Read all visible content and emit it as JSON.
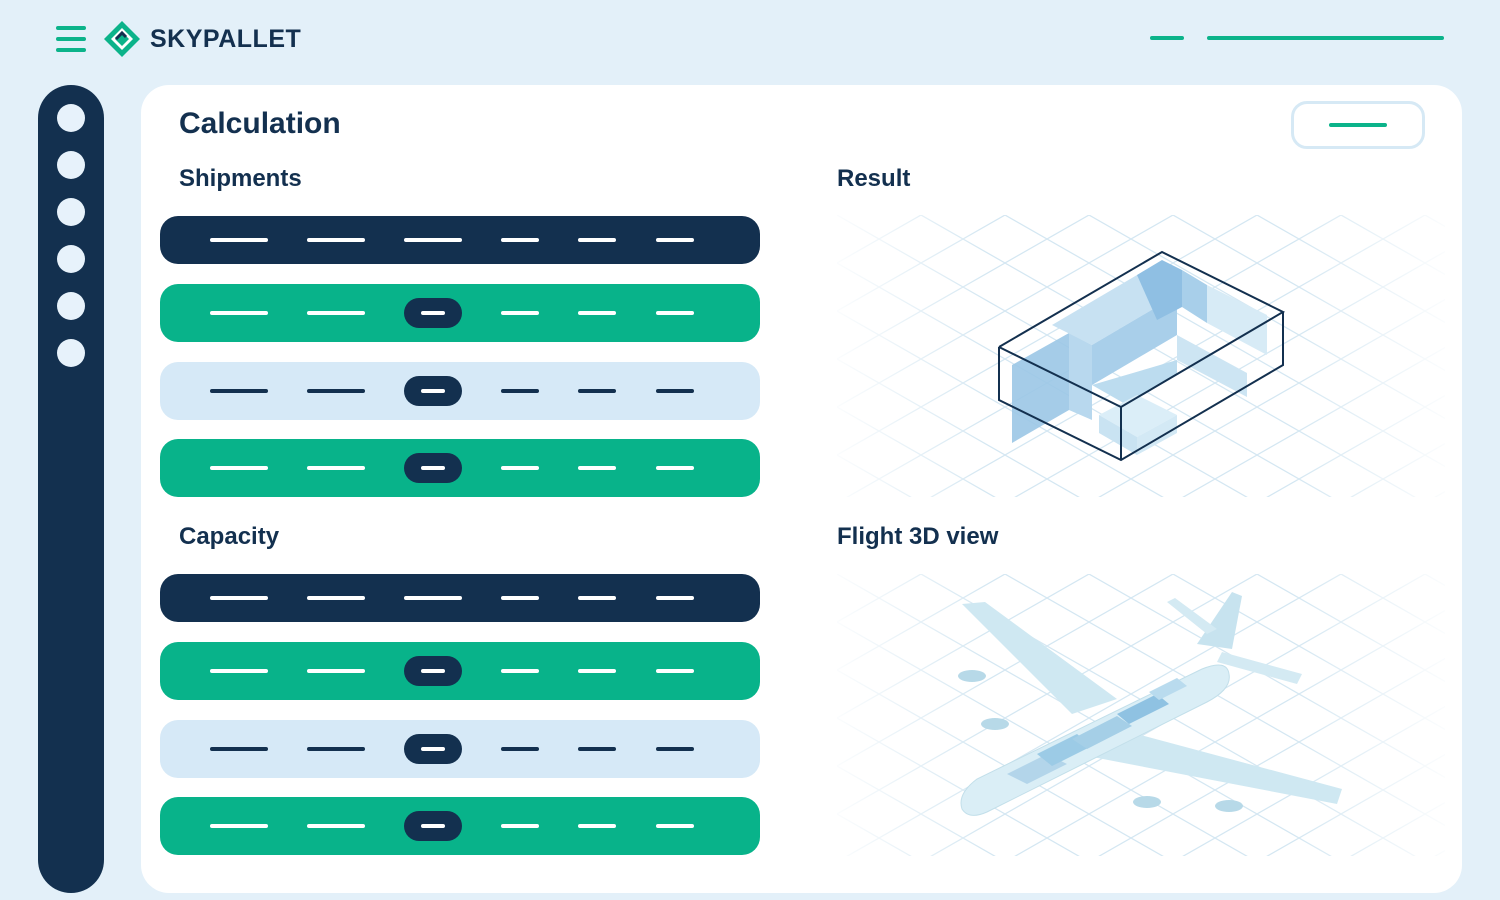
{
  "app": {
    "brand": "SKYPALLET",
    "accent_color": "#0bb38a",
    "navy_color": "#13304f",
    "icons": [
      "menu-icon",
      "skypallet-logo-icon"
    ]
  },
  "main": {
    "title": "Calculation"
  },
  "sections": {
    "shipments": "Shipments",
    "capacity": "Capacity",
    "result": "Result",
    "flight_view": "Flight 3D view"
  },
  "sidebar": {
    "item_count": 6
  }
}
